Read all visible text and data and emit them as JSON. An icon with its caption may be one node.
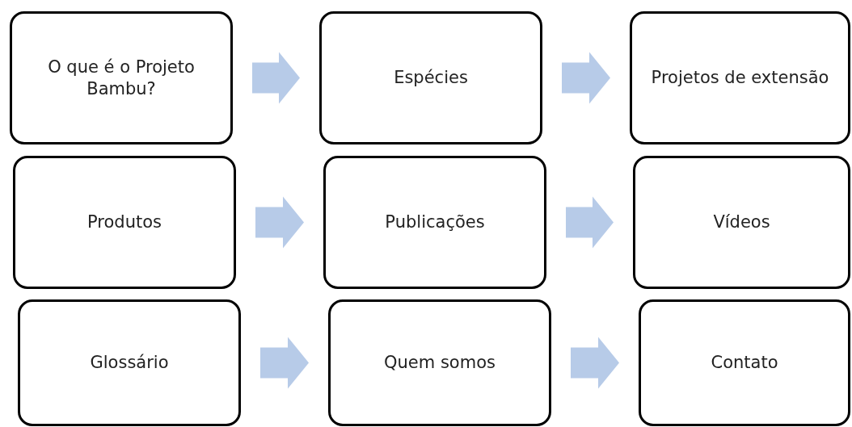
{
  "diagram": {
    "nodes": [
      {
        "text": [
          "O que é o Projeto Bambu?"
        ]
      },
      {
        "text": [
          "Espécies"
        ]
      },
      {
        "text": [
          "Projetos de extensão"
        ]
      },
      {
        "text": [
          "Produtos"
        ]
      },
      {
        "text": [
          "Publicações"
        ]
      },
      {
        "text": [
          "Vídeos"
        ]
      },
      {
        "text": [
          "Glossário"
        ]
      },
      {
        "text": [
          "Quem somos"
        ]
      },
      {
        "text": [
          "Contato"
        ]
      }
    ],
    "edges": [
      {
        "from": 0,
        "to": 1,
        "arrow": "to"
      },
      {
        "from": 1,
        "to": 2,
        "arrow": "to"
      },
      {
        "from": 3,
        "to": 4,
        "arrow": "to"
      },
      {
        "from": 4,
        "to": 5,
        "arrow": "to"
      },
      {
        "from": 6,
        "to": 7,
        "arrow": "to"
      },
      {
        "from": 7,
        "to": 8,
        "arrow": "to"
      }
    ]
  }
}
